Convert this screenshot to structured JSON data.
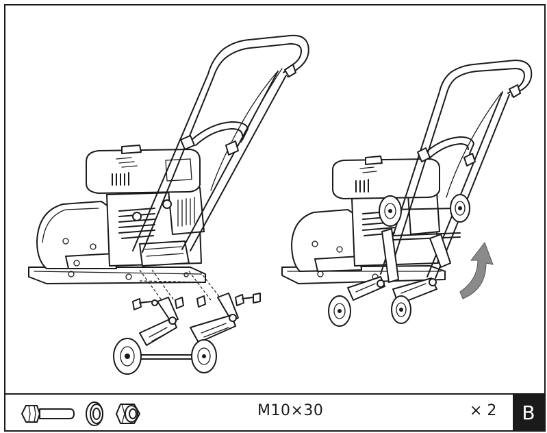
{
  "footer": {
    "spec": "M10×30",
    "quantity": "× 2",
    "step": "B"
  },
  "icons": {
    "hardware": [
      "bolt-icon",
      "washer-icon",
      "nut-icon"
    ],
    "illustrations": [
      "compactor-exploded-view",
      "compactor-assembled-view",
      "rotate-arrow-icon"
    ]
  },
  "colors": {
    "line": "#1a1a1a",
    "arrow": "#8a8a8a",
    "badge_bg": "#1a1a1a",
    "badge_text": "#ffffff"
  }
}
